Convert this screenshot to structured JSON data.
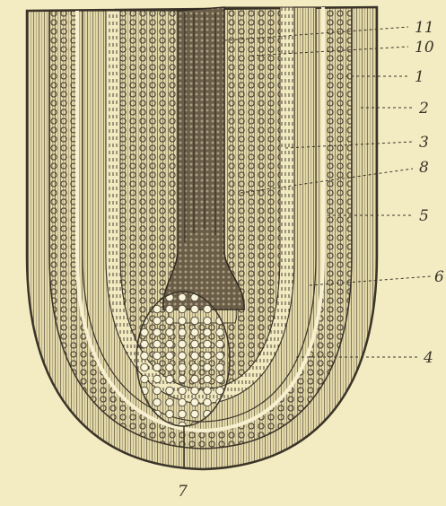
{
  "figure": {
    "background": "#f3ecc2",
    "ink": "#3a3328",
    "labels": [
      "11",
      "10",
      "1",
      "2",
      "3",
      "8",
      "5",
      "6",
      "4",
      "7"
    ]
  }
}
